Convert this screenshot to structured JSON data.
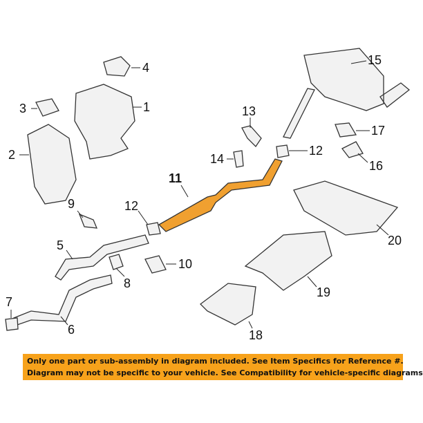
{
  "diagram": {
    "callouts": [
      "1",
      "2",
      "3",
      "4",
      "5",
      "6",
      "7",
      "8",
      "9",
      "10",
      "11",
      "12",
      "12",
      "13",
      "14",
      "15",
      "16",
      "17",
      "18",
      "19",
      "20"
    ],
    "highlighted_part": "11",
    "highlight_color": "#f0a030"
  },
  "banner": {
    "line1": "Only one part or sub-assembly in diagram included. See Item Specifics for Reference #.",
    "line2": "Diagram may not be specific to your vehicle. See Compatibility for vehicle-specific diagrams.",
    "color": "#f7a21b"
  }
}
